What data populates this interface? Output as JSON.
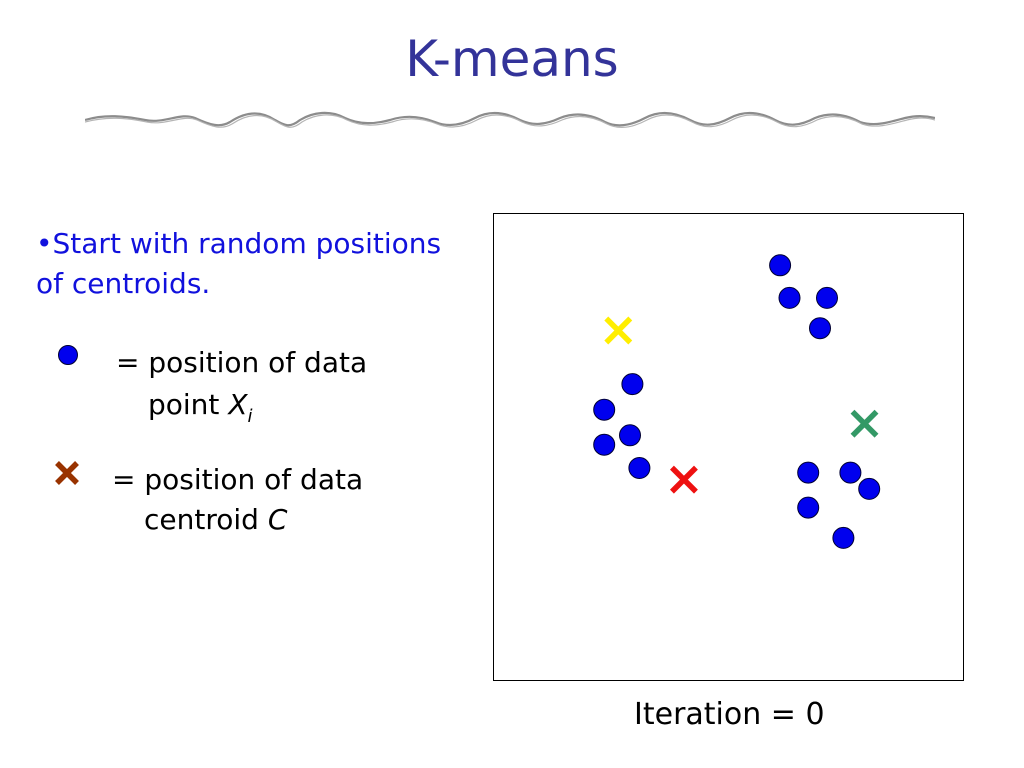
{
  "slide": {
    "title": "K-means",
    "bullet": "•Start with random positions of  centroids.",
    "legend": {
      "point_text_1": "= position of data",
      "point_text_2": "point ",
      "point_var": "X",
      "point_sub": "i",
      "centroid_text_1": "= position of data",
      "centroid_text_2": "centroid ",
      "centroid_var": "C"
    },
    "iteration_label": "Iteration = 0",
    "colors": {
      "title": "#333399",
      "bullet": "#1111dd",
      "point": "#0000ee",
      "legend_centroid": "#993300"
    }
  },
  "chart_data": {
    "type": "scatter",
    "xlim": [
      0,
      100
    ],
    "ylim": [
      0,
      100
    ],
    "series": [
      {
        "marker": "circle",
        "color": "#0000ee",
        "points": [
          [
            61.0,
            89.0
          ],
          [
            63.0,
            82.0
          ],
          [
            71.0,
            82.0
          ],
          [
            69.5,
            75.5
          ],
          [
            29.5,
            63.5
          ],
          [
            23.5,
            58.0
          ],
          [
            29.0,
            52.5
          ],
          [
            23.5,
            50.5
          ],
          [
            31.0,
            45.5
          ],
          [
            67.0,
            44.5
          ],
          [
            76.0,
            44.5
          ],
          [
            80.0,
            41.0
          ],
          [
            67.0,
            37.0
          ],
          [
            74.5,
            30.5
          ]
        ]
      },
      {
        "marker": "x",
        "points": [
          {
            "x": 26.5,
            "y": 75.0,
            "color": "#ffee00"
          },
          {
            "x": 40.5,
            "y": 43.0,
            "color": "#ee1111"
          },
          {
            "x": 79.0,
            "y": 55.0,
            "color": "#339966"
          }
        ]
      }
    ]
  }
}
